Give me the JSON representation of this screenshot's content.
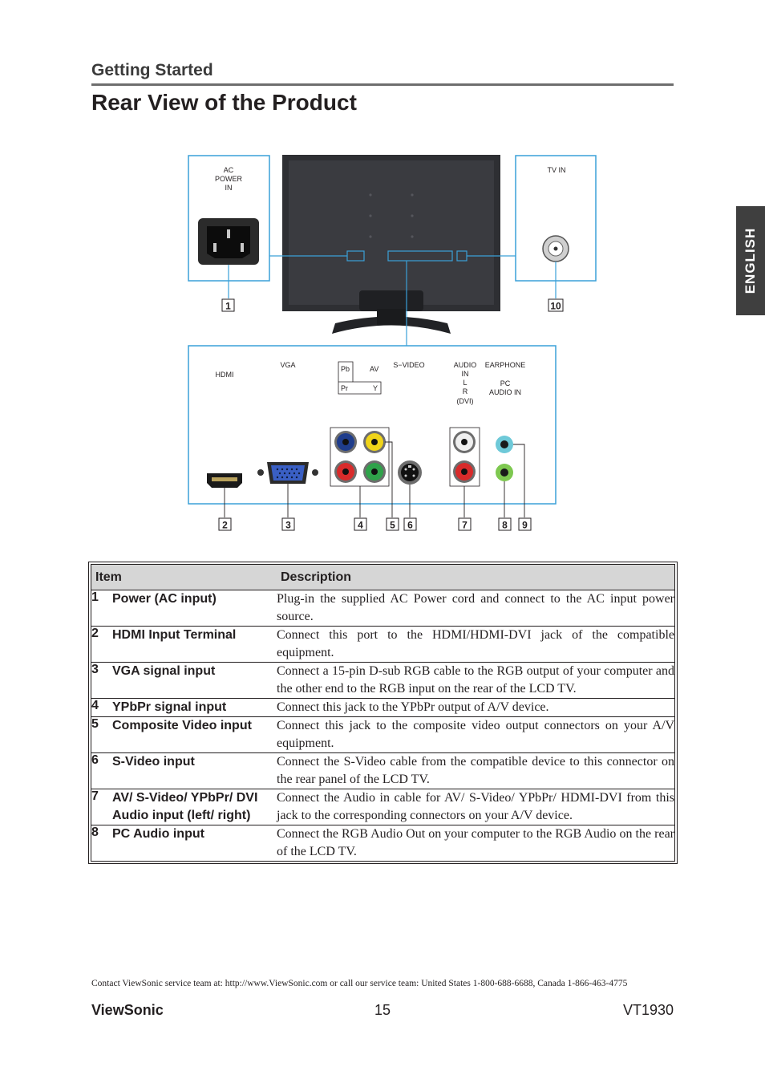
{
  "header": {
    "section": "Getting Started",
    "title": "Rear View of the Product",
    "language_tab": "ENGLISH"
  },
  "diagram": {
    "power_label": [
      "AC",
      "POWER",
      "IN"
    ],
    "tv_in_label": "TV IN",
    "hdmi_label": "HDMI",
    "vga_label": "VGA",
    "pb_label": "Pb",
    "pr_label": "Pr",
    "av_label": "AV",
    "y_label": "Y",
    "svideo_label": "S−VIDEO",
    "audio_in_label": [
      "AUDIO",
      "IN",
      "L",
      "R",
      "(DVI)"
    ],
    "earphone_label": "EARPHONE",
    "pc_audio_label": [
      "PC",
      "AUDIO IN"
    ],
    "callouts": [
      "1",
      "10",
      "2",
      "3",
      "4",
      "5",
      "6",
      "7",
      "8",
      "9"
    ]
  },
  "table": {
    "headers": {
      "item": "Item",
      "description": "Description"
    },
    "rows": [
      {
        "num": "1",
        "name": "Power (AC input)",
        "desc": "Plug-in the supplied AC Power cord and connect to the AC input power source."
      },
      {
        "num": "2",
        "name": "HDMI Input Terminal",
        "desc": "Connect this port to the HDMI/HDMI-DVI jack of the compatible equipment."
      },
      {
        "num": "3",
        "name": "VGA signal input",
        "desc": "Connect a 15-pin D-sub RGB cable to the RGB output of your computer and the other end to the RGB input on the rear of the LCD TV."
      },
      {
        "num": "4",
        "name": "YPbPr signal input",
        "desc": "Connect this jack to the YPbPr output of A/V device."
      },
      {
        "num": "5",
        "name": "Composite Video input",
        "desc": "Connect this jack to the composite video output connectors on your A/V equipment."
      },
      {
        "num": "6",
        "name": "S-Video input",
        "desc": "Connect the S-Video cable from the compatible device to this connector on the rear panel of the LCD TV."
      },
      {
        "num": "7",
        "name": "AV/ S-Video/ YPbPr/ DVI Audio input (left/ right)",
        "desc": "Connect the Audio in cable for AV/ S-Video/ YPbPr/ HDMI-DVI from this jack to the corresponding connectors on your A/V device."
      },
      {
        "num": "8",
        "name": "PC Audio input",
        "desc": "Connect the RGB Audio Out on your computer to the RGB Audio on the rear of the LCD TV."
      }
    ]
  },
  "footer": {
    "contact": "Contact ViewSonic service team at: http://www.ViewSonic.com or call our service team: United States 1-800-688-6688, Canada 1-866-463-4775",
    "brand": "ViewSonic",
    "page": "15",
    "model": "VT1930"
  },
  "colors": {
    "callout_line": "#3aa0d8",
    "tab_bg": "#3f3f3f",
    "header_bg": "#d6d6d6",
    "monitor_body": "#2e2f33"
  }
}
